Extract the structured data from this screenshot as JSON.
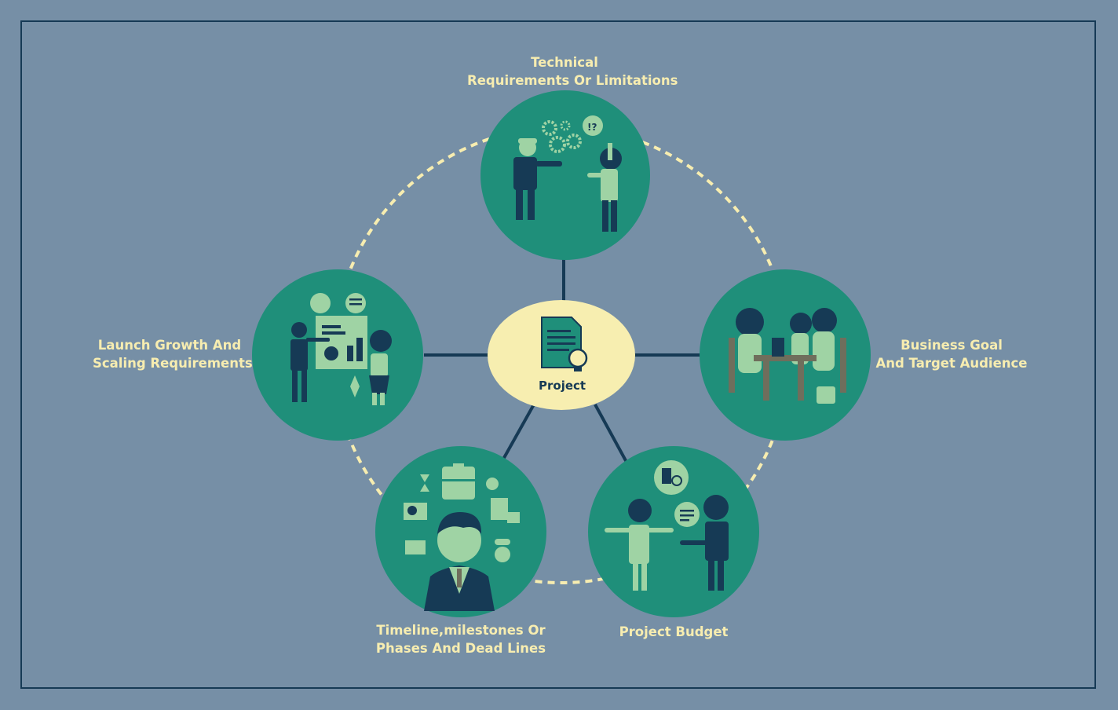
{
  "center": {
    "title": "Project",
    "icon": "document-lightbulb-icon"
  },
  "nodes": [
    {
      "id": "technical",
      "lines": [
        "Technical",
        "Requirements Or Limitations"
      ],
      "icon": "engineer-and-client-discussion-icon"
    },
    {
      "id": "business",
      "lines": [
        "Business Goal",
        "And Target Audience"
      ],
      "icon": "team-meeting-icon"
    },
    {
      "id": "budget",
      "lines": [
        "Project Budget"
      ],
      "icon": "budget-discussion-icon"
    },
    {
      "id": "timeline",
      "lines": [
        "Timeline,milestones Or",
        "Phases And Dead Lines"
      ],
      "icon": "planner-with-schedule-icons"
    },
    {
      "id": "launch",
      "lines": [
        "Launch Growth And",
        "Scaling Requirements"
      ],
      "icon": "growth-presentation-icon"
    }
  ],
  "colors": {
    "background": "#768fa6",
    "frame": "#163a55",
    "node_fill": "#1f8f7a",
    "center_fill": "#f7eeb0",
    "label_text": "#f7edb0",
    "connector": "#163a55",
    "ring_dash": "#f7edb0",
    "figure_dark": "#163a55",
    "figure_light": "#9fd3a4"
  }
}
